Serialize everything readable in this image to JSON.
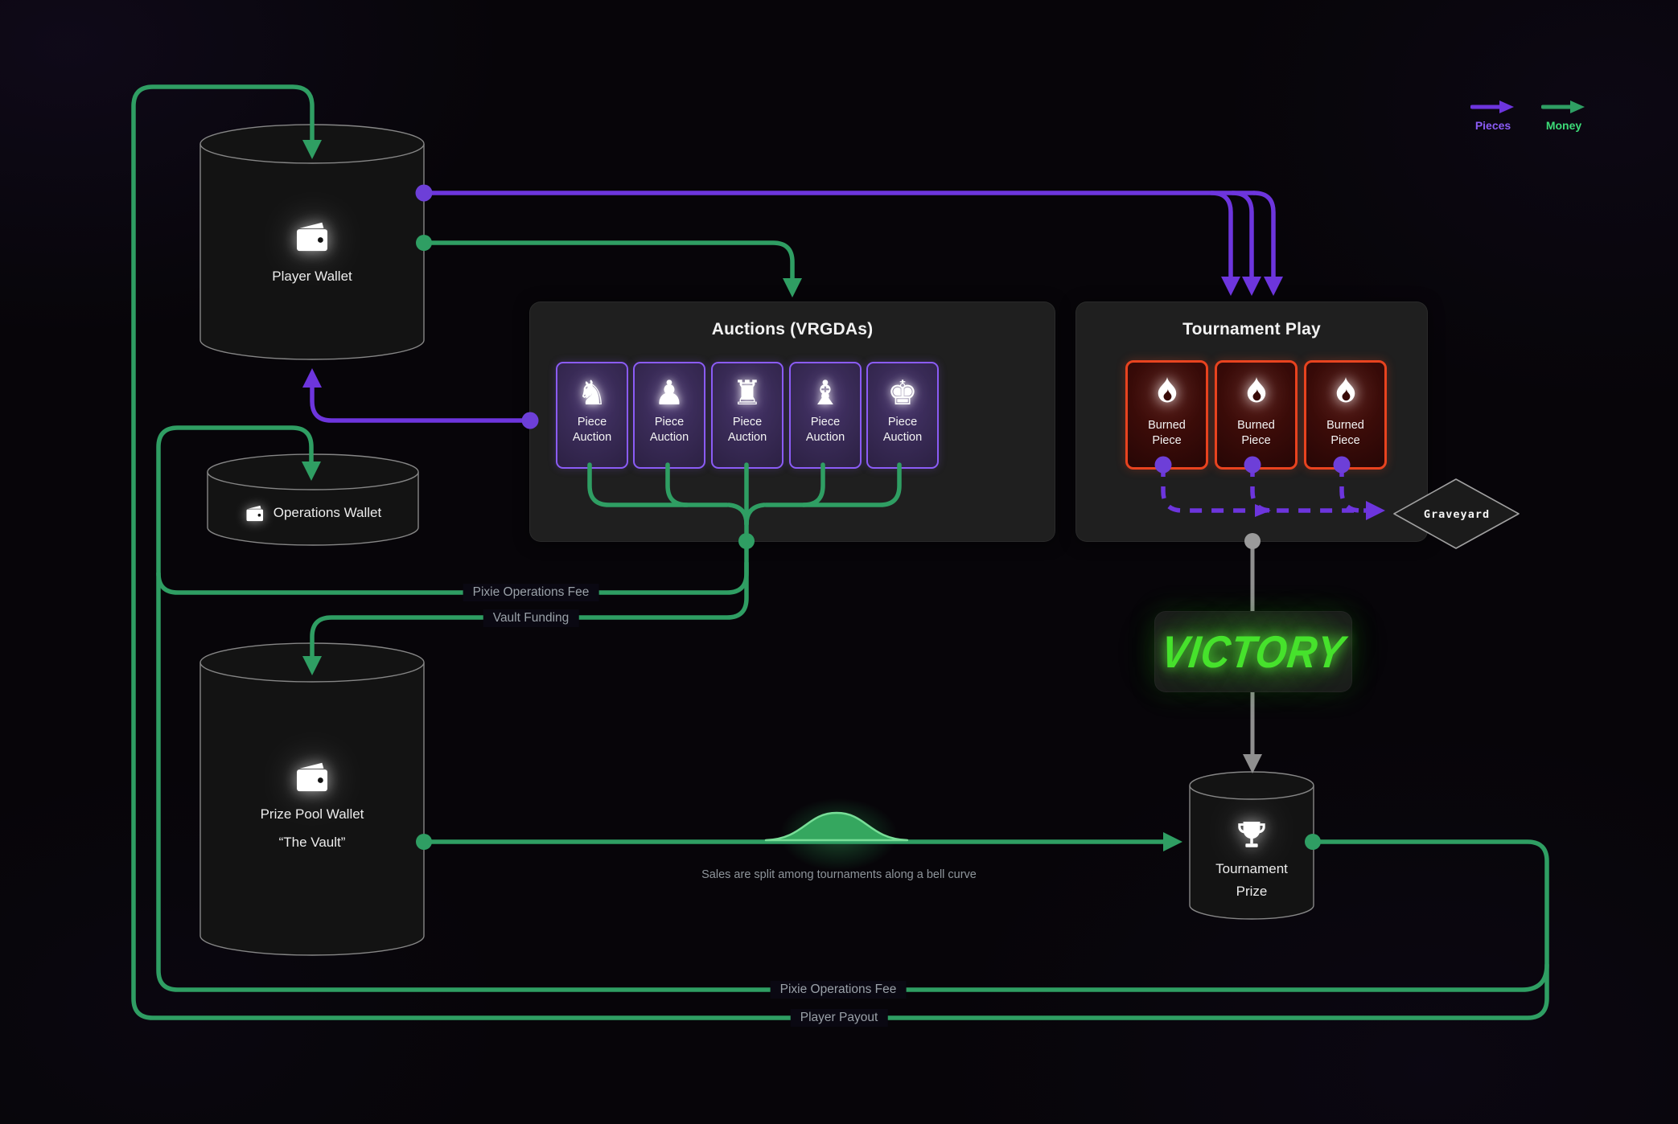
{
  "legend": {
    "pieces_label": "Pieces",
    "money_label": "Money"
  },
  "colors": {
    "pieces_purple": "#6d35dd",
    "money_green": "#2f9e63",
    "burned_red": "#e8431f",
    "auction_purple": "#8b5cf6",
    "victory_green": "#46e22c"
  },
  "nodes": {
    "player_wallet": {
      "label": "Player Wallet"
    },
    "operations_wallet": {
      "label": "Operations Wallet"
    },
    "prize_pool_wallet": {
      "label": "Prize Pool Wallet",
      "sublabel": "“The Vault”"
    },
    "tournament_prize": {
      "label": "Tournament Prize"
    },
    "graveyard": {
      "label": "Graveyard"
    },
    "victory": {
      "label": "VICTORY"
    }
  },
  "auctions": {
    "title": "Auctions (VRGDAs)",
    "cards": [
      {
        "label": "Piece Auction",
        "piece": "knight",
        "glyph": "♞"
      },
      {
        "label": "Piece Auction",
        "piece": "pawn",
        "glyph": "♟"
      },
      {
        "label": "Piece Auction",
        "piece": "rook",
        "glyph": "♜"
      },
      {
        "label": "Piece Auction",
        "piece": "bishop",
        "glyph": "♝"
      },
      {
        "label": "Piece Auction",
        "piece": "king",
        "glyph": "♚"
      }
    ]
  },
  "tournament": {
    "title": "Tournament Play",
    "cards": [
      {
        "label": "Burned Piece"
      },
      {
        "label": "Burned Piece"
      },
      {
        "label": "Burned Piece"
      }
    ]
  },
  "flow_labels": {
    "pixie_fee_top": "Pixie Operations Fee",
    "vault_funding": "Vault Funding",
    "bell_caption": "Sales are split among tournaments along a bell curve",
    "pixie_fee_bottom": "Pixie Operations Fee",
    "player_payout": "Player Payout"
  }
}
